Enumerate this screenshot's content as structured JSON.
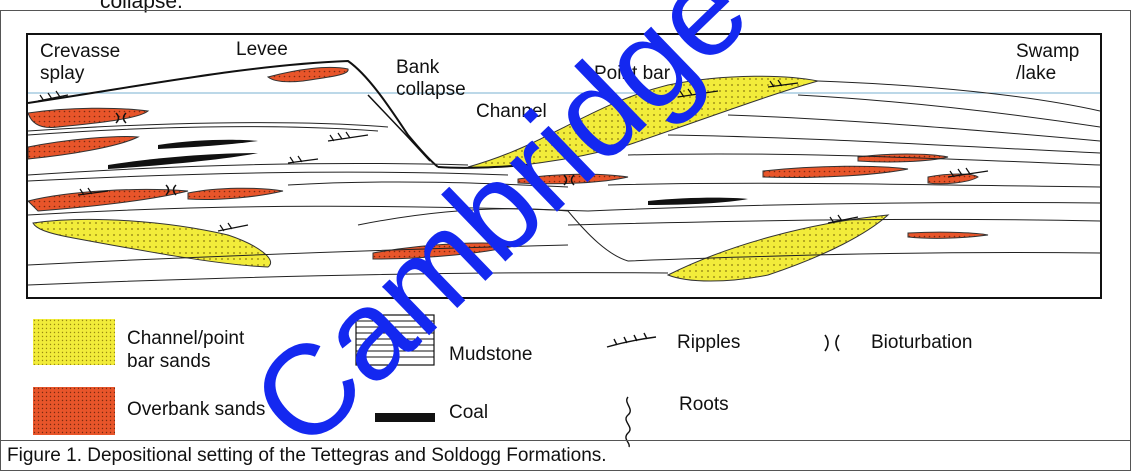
{
  "top_fragment": "collapse.",
  "labels": {
    "crevasse_splay": "Crevasse\nsplay",
    "levee": "Levee",
    "bank_collapse": "Bank\ncollapse",
    "channel": "Channel",
    "point_bar": "Point bar",
    "swamp_lake": "Swamp\n/lake"
  },
  "legend": {
    "channel_point_bar_sands": "Channel/point\nbar sands",
    "overbank_sands": "Overbank sands",
    "mudstone": "Mudstone",
    "coal": "Coal",
    "ripples": "Ripples",
    "roots": "Roots",
    "bioturbation": "Bioturbation"
  },
  "caption": "Figure 1. Depositional setting of the Tettegras and Soldogg Formations.",
  "watermark": "Cambridge Carbon",
  "colors": {
    "yellow_sand": "#f2ec3a",
    "orange_sand": "#e8552a",
    "watermark_blue": "#1428f0",
    "line": "#111111"
  }
}
